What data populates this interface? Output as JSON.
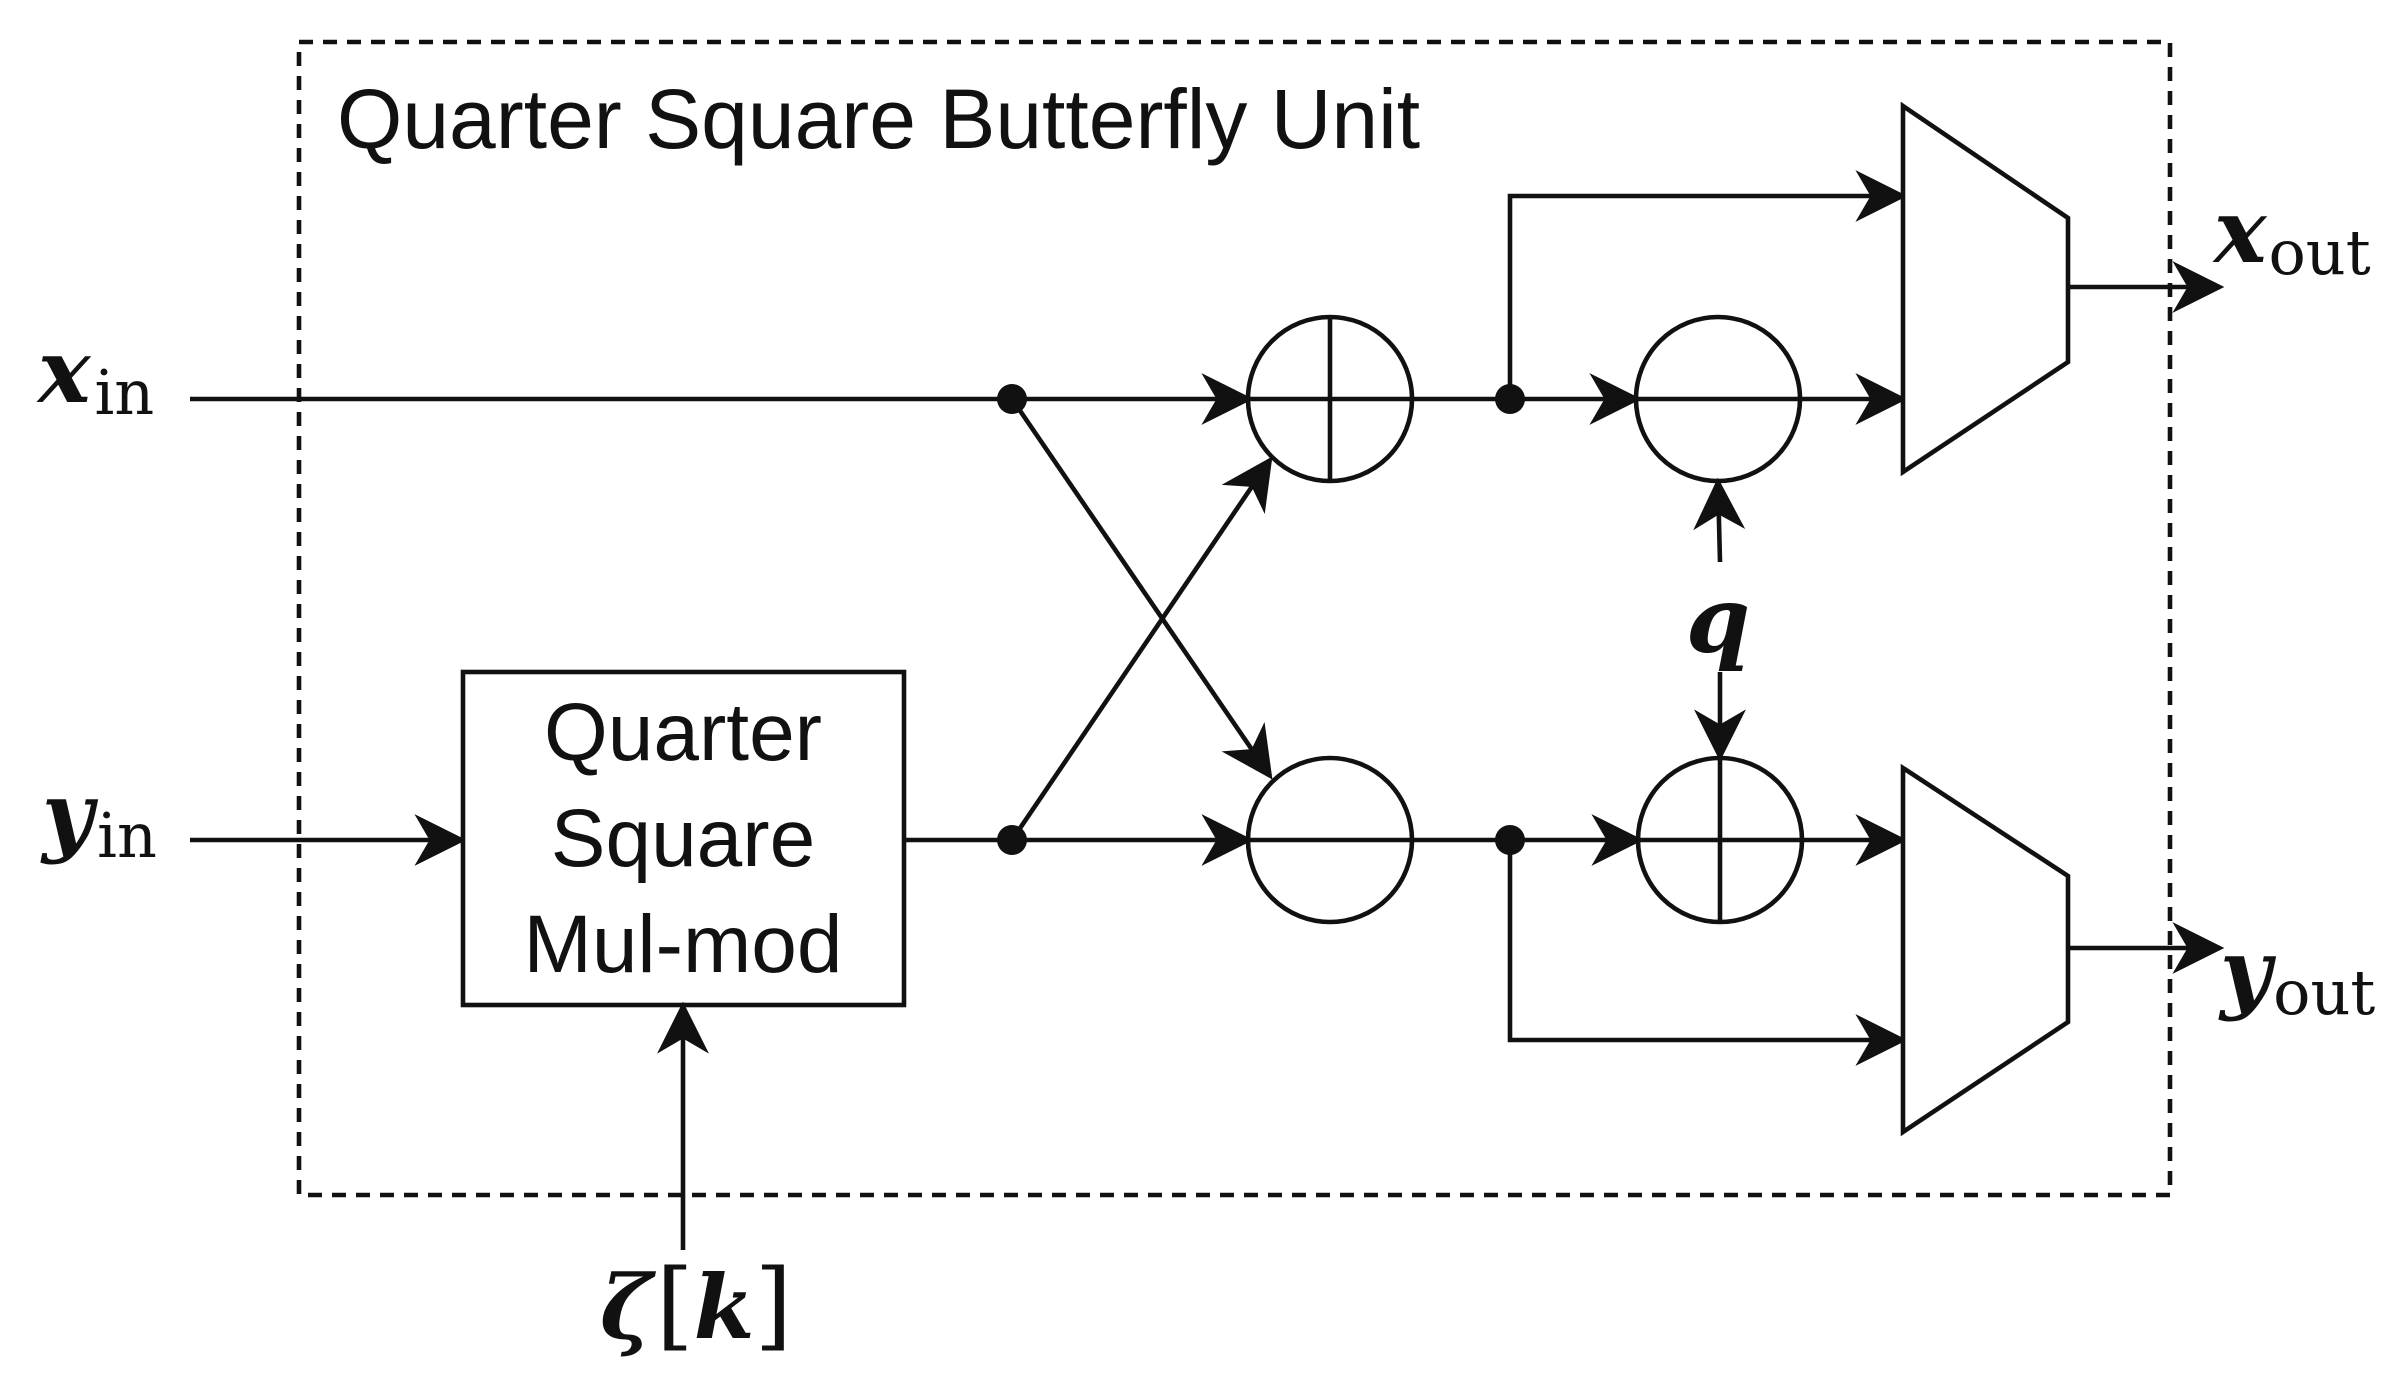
{
  "unit": {
    "title": "Quarter Square Butterfly Unit"
  },
  "block": {
    "line1": "Quarter",
    "line2": "Square",
    "line3": "Mul-mod"
  },
  "inputs": {
    "x_in": {
      "base": "x",
      "sub": "in"
    },
    "y_in": {
      "base": "y",
      "sub": "in"
    },
    "zeta": {
      "symbol": "ζ",
      "index": "k"
    },
    "q": "q"
  },
  "outputs": {
    "x_out": {
      "base": "x",
      "sub": "out"
    },
    "y_out": {
      "base": "y",
      "sub": "out"
    }
  }
}
